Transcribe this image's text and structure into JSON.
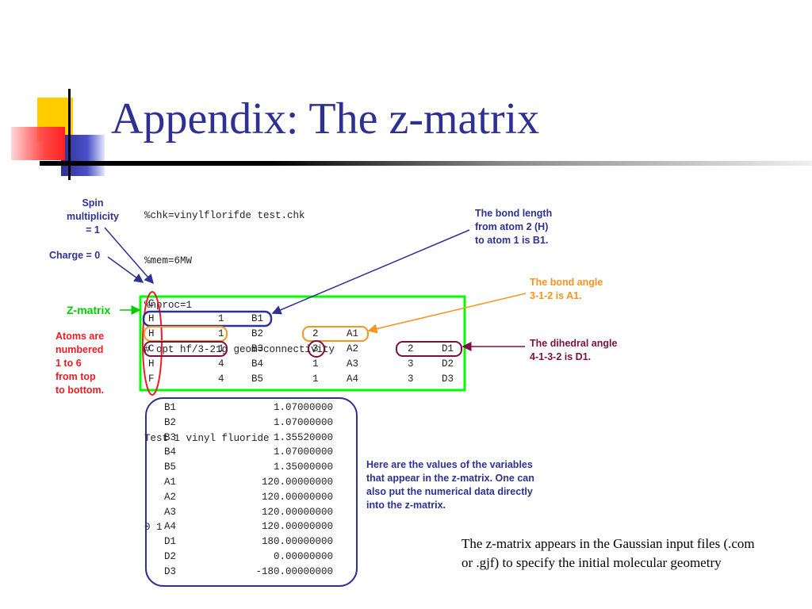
{
  "title": "Appendix: The z-matrix",
  "header_lines": [
    "%chk=vinylflorifde test.chk",
    "%mem=6MW",
    "%nproc=1",
    "# opt hf/3-21g geom=connectivity",
    "",
    "Test 1 vinyl fluoride",
    "",
    "0 1"
  ],
  "zmatrix_rows": [
    [
      "C",
      "",
      "",
      "",
      "",
      "",
      ""
    ],
    [
      "H",
      "1",
      "B1",
      "",
      "",
      "",
      ""
    ],
    [
      "H",
      "1",
      "B2",
      "2",
      "A1",
      "",
      ""
    ],
    [
      "C",
      "1",
      "B3",
      "3",
      "A2",
      "2",
      "D1"
    ],
    [
      "H",
      "4",
      "B4",
      "1",
      "A3",
      "3",
      "D2"
    ],
    [
      "F",
      "4",
      "B5",
      "1",
      "A4",
      "3",
      "D3"
    ]
  ],
  "variables": [
    {
      "name": "B1",
      "value": "1.07000000"
    },
    {
      "name": "B2",
      "value": "1.07000000"
    },
    {
      "name": "B3",
      "value": "1.35520000"
    },
    {
      "name": "B4",
      "value": "1.07000000"
    },
    {
      "name": "B5",
      "value": "1.35000000"
    },
    {
      "name": "A1",
      "value": "120.00000000"
    },
    {
      "name": "A2",
      "value": "120.00000000"
    },
    {
      "name": "A3",
      "value": "120.00000000"
    },
    {
      "name": "A4",
      "value": "120.00000000"
    },
    {
      "name": "D1",
      "value": "180.00000000"
    },
    {
      "name": "D2",
      "value": "0.00000000"
    },
    {
      "name": "D3",
      "value": "-180.00000000"
    }
  ],
  "annotations": {
    "spin": [
      "Spin",
      "multiplicity",
      "= 1"
    ],
    "charge": "Charge = 0",
    "zmatrix_label": "Z-matrix",
    "atoms_numbered": [
      "Atoms are",
      "numbered",
      "1 to 6",
      "from top",
      "to bottom."
    ],
    "bond_length": [
      "The bond length",
      "from atom 2 (H)",
      "to atom 1 is B1."
    ],
    "bond_angle": [
      "The bond angle",
      "3-1-2 is A1."
    ],
    "dihedral": [
      "The dihedral angle",
      "4-1-3-2 is D1."
    ],
    "variables_note": [
      "Here are the values of the variables",
      "that appear in the z-matrix.  One can",
      "also put the numerical data directly",
      "into the z-matrix."
    ]
  },
  "caption": "The z-matrix appears in the Gaussian input files (.com or .gjf) to specify the initial molecular geometry",
  "colors": {
    "title": "#2e3192",
    "blue": "#2e3192",
    "orange": "#f7941d",
    "maroon": "#7b1042",
    "red": "#ed1c24",
    "green": "#00ff00"
  }
}
